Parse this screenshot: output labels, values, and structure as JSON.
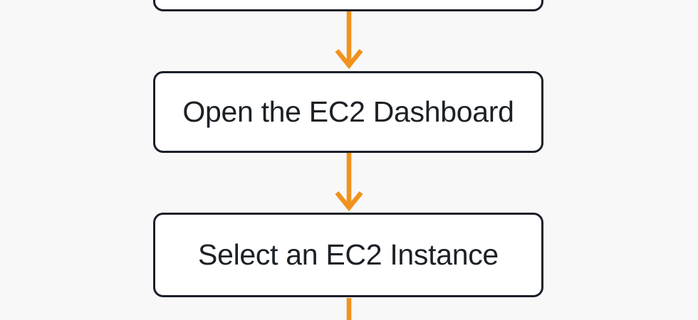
{
  "page": {
    "background": "#f8f8f8"
  },
  "diagram": {
    "type": "flowchart",
    "direction": "top-down",
    "colors": {
      "node_fill": "#ffffff",
      "node_border": "#1a1f28",
      "arrow": "#f0921e",
      "text": "#1c2126",
      "background": "#f8f8f8"
    },
    "nodes": [
      {
        "id": "partial-top",
        "label": ""
      },
      {
        "id": "open-dashboard",
        "label": "Open the EC2 Dashboard"
      },
      {
        "id": "select-instance",
        "label": "Select an EC2 Instance"
      }
    ],
    "edges": [
      {
        "from": "partial-top",
        "to": "open-dashboard"
      },
      {
        "from": "open-dashboard",
        "to": "select-instance"
      },
      {
        "from": "select-instance",
        "to": "offscreen-below"
      }
    ]
  }
}
